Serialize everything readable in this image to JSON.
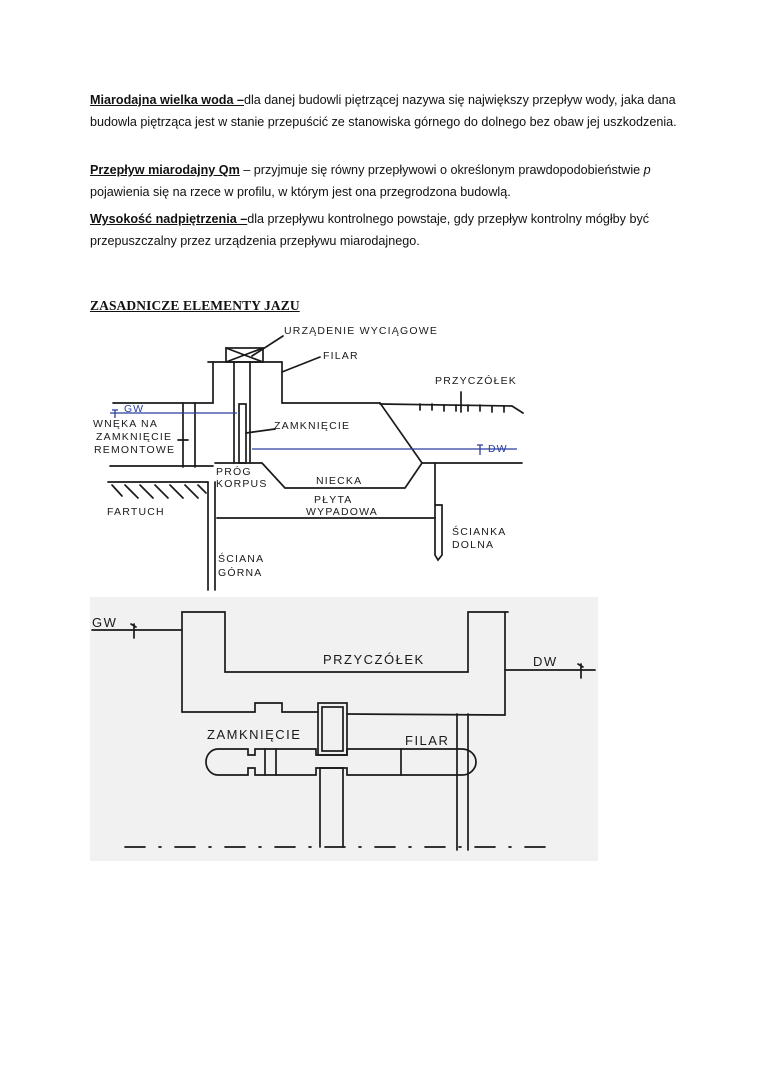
{
  "definitions": [
    {
      "term": "Miarodajna wielka woda –",
      "text": "dla danej budowli piętrzącej nazywa się największy przepływ wody, jaka dana budowla piętrząca jest w stanie przepuścić ze stanowiska górnego do dolnego bez obaw jej uszkodzenia."
    },
    {
      "term": "Przepływ miarodajny Qm",
      "text": " – przyjmuje się równy przepływowi o określonym prawdopodobieństwie ",
      "italic": "p",
      "text2": " pojawienia się na rzece w profilu, w którym jest ona przegrodzona budowlą."
    },
    {
      "term": "Wysokość nadpiętrzenia –",
      "text": "dla przepływu kontrolnego powstaje, gdy przepływ kontrolny mógłby być przepuszczalny przez urządzenia przepływu miarodajnego."
    }
  ],
  "section_heading": "ZASADNICZE ELEMENTY JAZU",
  "diagram1": {
    "urzadzenie": "URZĄDENIE WYCIĄGOWE",
    "filar": "FILAR",
    "przyczolek": "PRZYCZÓŁEK",
    "gw": "GW",
    "dw": "DW",
    "wneka1": "WNĘKA NA",
    "wneka2": "ZAMKNIĘCIE",
    "wneka3": "REMONTOWE",
    "zamkniecie": "ZAMKNIĘCIE",
    "prog": "PRÓG",
    "korpus": "KORPUS",
    "niecka": "NIECKA",
    "plyta1": "PŁYTA",
    "plyta2": "WYPADOWA",
    "fartuch": "FARTUCH",
    "scianka1": "ŚCIANKA",
    "scianka2": "DOLNA",
    "sciana1": "ŚCIANA",
    "sciana2": "GÓRNA"
  },
  "diagram2": {
    "gw": "GW",
    "dw": "DW",
    "przyczolek": "PRZYCZÓŁEK",
    "zamkniecie": "ZAMKNIĘCIE",
    "filar": "FILAR"
  }
}
